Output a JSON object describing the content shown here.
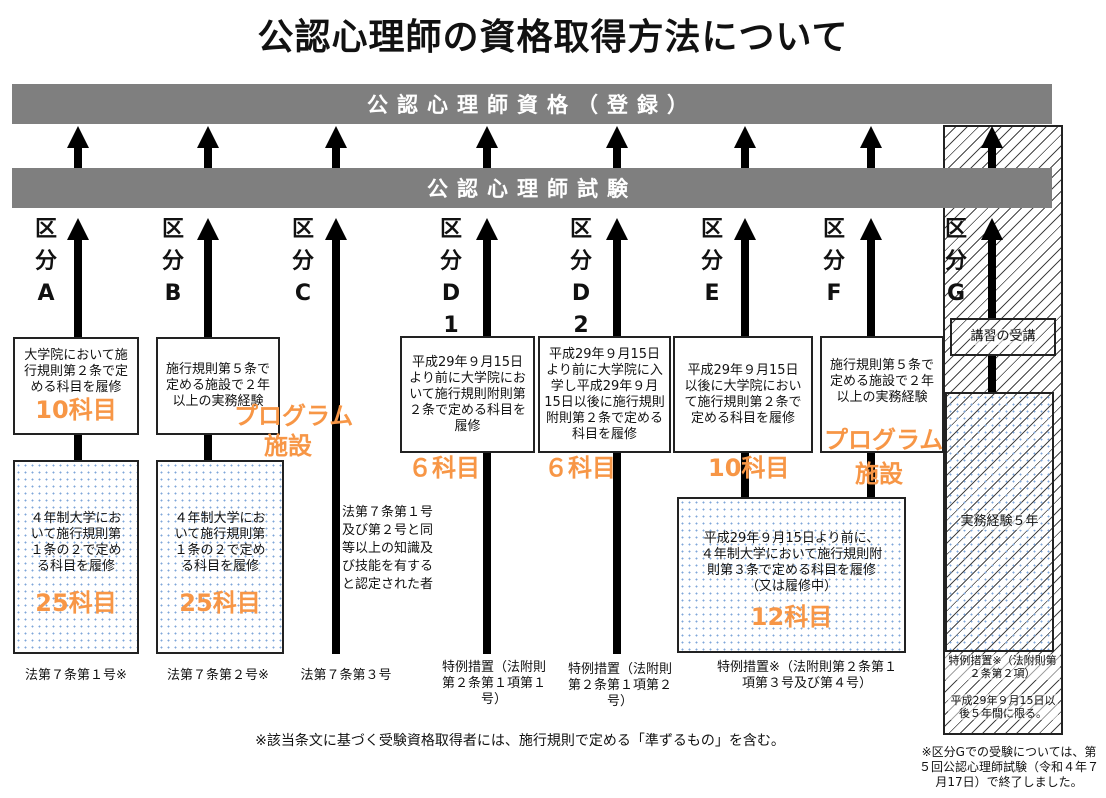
{
  "title": "公認心理師の資格取得方法について",
  "banner_qualification": "公認心理師資格（登録）",
  "banner_exam": "公認心理師試験",
  "kubun": {
    "prefix1": "区",
    "prefix2": "分",
    "A": "A",
    "B": "B",
    "C": "C",
    "D": "D",
    "D1": "1",
    "D2": "2",
    "E": "E",
    "F": "F",
    "G": "G"
  },
  "boxes": {
    "a_top": "大学院において施行規則第２条で定める科目を履修",
    "a_top_count": "10科目",
    "a_bottom": "４年制大学において施行規則第１条の２で定める科目を履修",
    "a_bottom_count": "25科目",
    "b_top": "施行規則第５条で定める施設で２年以上の実務経験",
    "b_program": "プログラム",
    "b_facility": "施設",
    "b_bottom": "４年制大学において施行規則第１条の２で定める科目を履修",
    "b_bottom_count": "25科目",
    "c_text": "法第７条第１号及び第２号と同等以上の知識及び技能を有すると認定された者",
    "d1": "平成29年９月15日より前に大学院において施行規則附則第２条で定める科目を履修",
    "d1_count": "６科目",
    "d2": "平成29年９月15日より前に大学院に入学し平成29年９月15日以後に施行規則附則第２条で定める科目を履修",
    "d2_count": "６科目",
    "e": "平成29年９月15日以後に大学院において施行規則第２条で定める科目を履修",
    "e_count": "10科目",
    "f": "施行規則第５条で定める施設で２年以上の実務経験",
    "f_program": "プログラム",
    "f_facility": "施設",
    "ef_bottom": "平成29年９月15日より前に、４年制大学において施行規則附則第３条で定める科目を履修（又は履修中）",
    "ef_bottom_count": "12科目",
    "g_course": "講習の受講",
    "g_experience": "実務経験５年"
  },
  "footers": {
    "a": "法第７条第１号※",
    "b": "法第７条第２号※",
    "c": "法第７条第３号",
    "d1": "特例措置（法附則第２条第１項第１号）",
    "d2": "特例措置（法附則第２条第１項第２号）",
    "ef": "特例措置※（法附則第２条第１項第３号及び第４号）",
    "g1": "特例措置※（法附則第２条第２項）",
    "g2": "平成29年９月15日以後５年間に限る。"
  },
  "note_main": "※該当条文に基づく受験資格取得者には、施行規則で定める「準ずるもの」を含む。",
  "note_g": "※区分Gでの受験については、第５回公認心理師試験（令和４年７月17日）で終了しました。",
  "colors": {
    "banner": "#7f7f7f",
    "accent": "#f79646"
  }
}
